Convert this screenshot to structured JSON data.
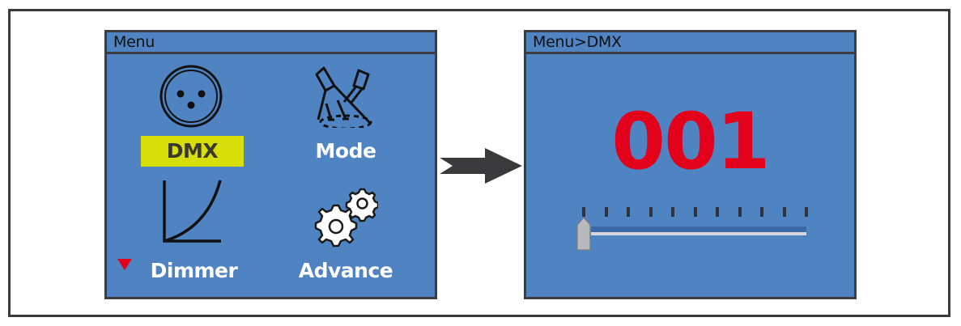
{
  "left_panel": {
    "title": "Menu",
    "items": [
      {
        "label": "DMX",
        "icon": "xlr-connector-icon",
        "selected": true
      },
      {
        "label": "Mode",
        "icon": "moving-head-lights-icon",
        "selected": false
      },
      {
        "label": "Dimmer",
        "icon": "dimmer-curve-icon",
        "selected": false
      },
      {
        "label": "Advance",
        "icon": "gears-icon",
        "selected": false
      }
    ],
    "scroll_indicator": "down-triangle"
  },
  "transition": {
    "icon": "arrow-right-icon"
  },
  "right_panel": {
    "title": "Menu>DMX",
    "value": "001",
    "slider": {
      "min": 1,
      "max": 512,
      "value": 1,
      "tick_count": 11
    }
  },
  "colors": {
    "panel_bg": "#4f83c2",
    "selected_bg": "#d8de0a",
    "value_color": "#e3001b",
    "border": "#3b3d42"
  }
}
